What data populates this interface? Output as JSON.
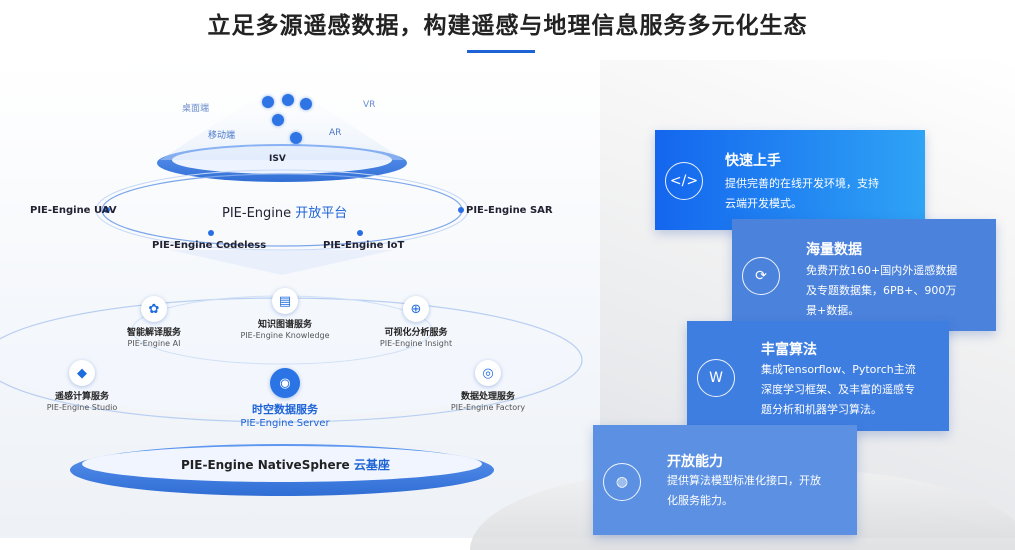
{
  "page": {
    "title": "立足多源遥感数据，构建遥感与地理信息服务多元化生态"
  },
  "colors": {
    "accent": "#1e63d6",
    "card1": "#1a73f0",
    "card2": "#4a80db",
    "card3": "#3d7ee0",
    "card4": "#5b8fe0"
  },
  "top": {
    "desktop": "桌面端",
    "vr": "VR",
    "mobile": "移动端",
    "ar": "AR",
    "isv": "ISV"
  },
  "platform": {
    "prefix": "PIE-Engine ",
    "highlight": "开放平台",
    "uav": "PIE-Engine UAV",
    "sar": "PIE-Engine SAR",
    "codeless": "PIE-Engine Codeless",
    "iot": "PIE-Engine IoT"
  },
  "services": [
    {
      "name": "智能解译服务",
      "en": "PIE-Engine AI",
      "icon": "ai-icon"
    },
    {
      "name": "知识图谱服务",
      "en": "PIE-Engine Knowledge",
      "icon": "book-icon"
    },
    {
      "name": "可视化分析服务",
      "en": "PIE-Engine Insight",
      "icon": "globe-icon"
    },
    {
      "name": "遥感计算服务",
      "en": "PIE-Engine Studio",
      "icon": "cube-icon"
    },
    {
      "name": "时空数据服务",
      "en": "PIE-Engine Server",
      "icon": "database-icon"
    },
    {
      "name": "数据处理服务",
      "en": "PIE-Engine Factory",
      "icon": "process-icon"
    }
  ],
  "base": {
    "prefix": "PIE-Engine NativeSphere ",
    "highlight": "云基座"
  },
  "cards": [
    {
      "title": "快速上手",
      "lines": [
        "提供完善的在线开发环境，支持",
        "云端开发模式。"
      ],
      "icon": "code-icon"
    },
    {
      "title": "海量数据",
      "lines": [
        "免费开放160+国内外遥感数据",
        "及专题数据集，6PB+、900万",
        "景+数据。"
      ],
      "icon": "data-icon"
    },
    {
      "title": "丰富算法",
      "lines": [
        "集成Tensorflow、Pytorch主流",
        "深度学习框架、及丰富的遥感专",
        "题分析和机器学习算法。"
      ],
      "icon": "algorithm-icon"
    },
    {
      "title": "开放能力",
      "lines": [
        "提供算法模型标准化接口，开放",
        "化服务能力。"
      ],
      "icon": "open-icon"
    }
  ]
}
